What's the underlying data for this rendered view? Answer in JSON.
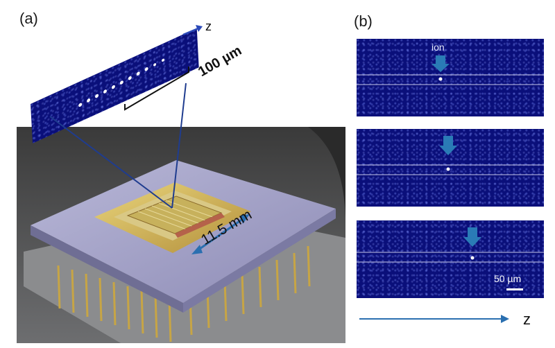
{
  "panel_a": {
    "label": "(a)",
    "axis_label": "z",
    "scale_bar": "100 µm",
    "chip_dimension": "11.5 mm"
  },
  "panel_b": {
    "label": "(b)",
    "ion_label": "ion",
    "scale_bar": "50 µm",
    "axis_label": "z"
  },
  "colors": {
    "fluorescence_bg": "#0a0f7a",
    "arrow": "#2a7bb6",
    "line_blue": "#2a48b8"
  }
}
